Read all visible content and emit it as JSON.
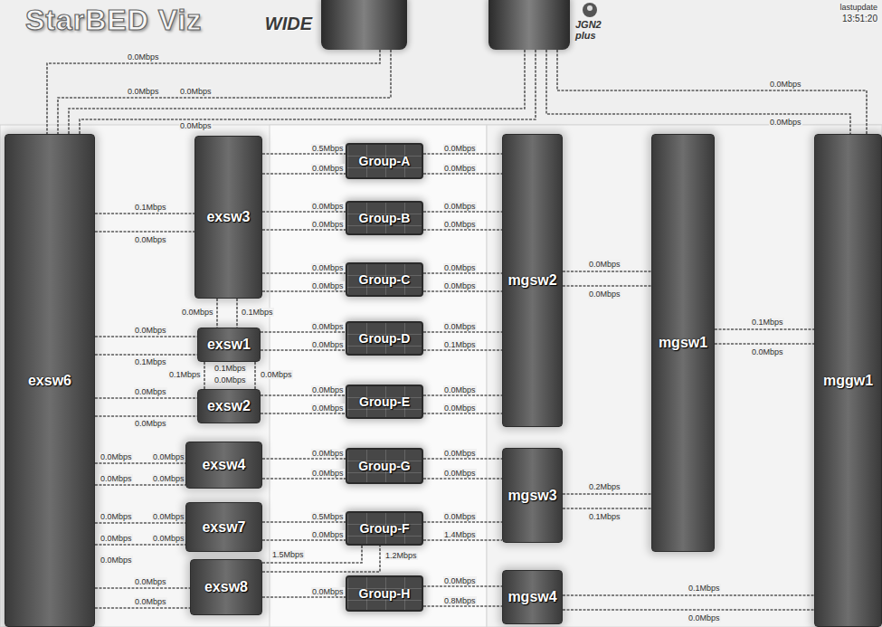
{
  "diagram": {
    "title": "StarBED Viz",
    "nodes": [
      {
        "text": [
          "WIDE"
        ]
      },
      {
        "text": [
          "JGN2 plus"
        ]
      },
      {
        "text": [
          "exsw6"
        ]
      },
      {
        "text": [
          "exsw3"
        ]
      },
      {
        "text": [
          "exsw1"
        ]
      },
      {
        "text": [
          "exsw2"
        ]
      },
      {
        "text": [
          "exsw4"
        ]
      },
      {
        "text": [
          "exsw7"
        ]
      },
      {
        "text": [
          "exsw8"
        ]
      },
      {
        "text": [
          "Group-A"
        ]
      },
      {
        "text": [
          "Group-B"
        ]
      },
      {
        "text": [
          "Group-C"
        ]
      },
      {
        "text": [
          "Group-D"
        ]
      },
      {
        "text": [
          "Group-E"
        ]
      },
      {
        "text": [
          "Group-G"
        ]
      },
      {
        "text": [
          "Group-F"
        ]
      },
      {
        "text": [
          "Group-H"
        ]
      },
      {
        "text": [
          "mgsw2"
        ]
      },
      {
        "text": [
          "mgsw3"
        ]
      },
      {
        "text": [
          "mgsw4"
        ]
      },
      {
        "text": [
          "mgsw1"
        ]
      },
      {
        "text": [
          "mggw1"
        ]
      }
    ],
    "edges": [
      {
        "from": 0,
        "to": 2,
        "label": "0.0Mbps",
        "arrow": "none"
      },
      {
        "from": 0,
        "to": 2,
        "label": "0.0Mbps",
        "arrow": "none"
      },
      {
        "from": 1,
        "to": 2,
        "label": "0.0Mbps",
        "arrow": "none"
      },
      {
        "from": 1,
        "to": 2,
        "label": "0.0Mbps",
        "arrow": "none"
      },
      {
        "from": 1,
        "to": 21,
        "label": "0.0Mbps",
        "arrow": "none"
      },
      {
        "from": 1,
        "to": 21,
        "label": "0.0Mbps",
        "arrow": "none"
      },
      {
        "from": 2,
        "to": 3,
        "label": "0.1Mbps",
        "arrow": "none"
      },
      {
        "from": 2,
        "to": 3,
        "label": "0.0Mbps",
        "arrow": "none"
      },
      {
        "from": 2,
        "to": 4,
        "label": "0.0Mbps",
        "arrow": "none"
      },
      {
        "from": 2,
        "to": 4,
        "label": "0.1Mbps",
        "arrow": "none"
      },
      {
        "from": 2,
        "to": 5,
        "label": "0.0Mbps",
        "arrow": "none"
      },
      {
        "from": 2,
        "to": 5,
        "label": "0.0Mbps",
        "arrow": "none"
      },
      {
        "from": 2,
        "to": 6,
        "label": "0.0Mbps",
        "arrow": "none"
      },
      {
        "from": 2,
        "to": 6,
        "label": "0.0Mbps",
        "arrow": "none"
      },
      {
        "from": 2,
        "to": 7,
        "label": "0.0Mbps",
        "arrow": "none"
      },
      {
        "from": 2,
        "to": 7,
        "label": "0.0Mbps",
        "arrow": "none"
      },
      {
        "from": 2,
        "to": 8,
        "label": "0.0Mbps",
        "arrow": "none"
      },
      {
        "from": 2,
        "to": 8,
        "label": "0.0Mbps",
        "arrow": "none"
      },
      {
        "from": 3,
        "to": 4,
        "label": "0.0Mbps",
        "arrow": "none"
      },
      {
        "from": 3,
        "to": 4,
        "label": "0.1Mbps",
        "arrow": "none"
      },
      {
        "from": 4,
        "to": 5,
        "label": "0.1Mbps",
        "arrow": "none"
      },
      {
        "from": 4,
        "to": 5,
        "label": "0.0Mbps",
        "arrow": "none"
      },
      {
        "from": 3,
        "to": 9,
        "label": "0.5Mbps",
        "arrow": "none"
      },
      {
        "from": 3,
        "to": 9,
        "label": "0.0Mbps",
        "arrow": "none"
      },
      {
        "from": 3,
        "to": 10,
        "label": "0.0Mbps",
        "arrow": "none"
      },
      {
        "from": 3,
        "to": 10,
        "label": "0.0Mbps",
        "arrow": "none"
      },
      {
        "from": 3,
        "to": 11,
        "label": "0.0Mbps",
        "arrow": "none"
      },
      {
        "from": 3,
        "to": 11,
        "label": "0.0Mbps",
        "arrow": "none"
      },
      {
        "from": 4,
        "to": 12,
        "label": "0.0Mbps",
        "arrow": "none"
      },
      {
        "from": 4,
        "to": 12,
        "label": "0.0Mbps",
        "arrow": "none"
      },
      {
        "from": 5,
        "to": 13,
        "label": "0.0Mbps",
        "arrow": "none"
      },
      {
        "from": 5,
        "to": 13,
        "label": "0.0Mbps",
        "arrow": "none"
      },
      {
        "from": 6,
        "to": 14,
        "label": "0.0Mbps",
        "arrow": "none"
      },
      {
        "from": 6,
        "to": 14,
        "label": "0.0Mbps",
        "arrow": "none"
      },
      {
        "from": 7,
        "to": 15,
        "label": "0.5Mbps",
        "arrow": "none"
      },
      {
        "from": 7,
        "to": 15,
        "label": "0.0Mbps",
        "arrow": "none"
      },
      {
        "from": 8,
        "to": 15,
        "label": "1.5Mbps",
        "arrow": "none"
      },
      {
        "from": 8,
        "to": 15,
        "label": "1.2Mbps",
        "arrow": "none"
      },
      {
        "from": 8,
        "to": 16,
        "label": "0.0Mbps",
        "arrow": "none"
      },
      {
        "from": 9,
        "to": 17,
        "label": "0.0Mbps",
        "arrow": "none"
      },
      {
        "from": 9,
        "to": 17,
        "label": "0.0Mbps",
        "arrow": "none"
      },
      {
        "from": 10,
        "to": 17,
        "label": "0.0Mbps",
        "arrow": "none"
      },
      {
        "from": 10,
        "to": 17,
        "label": "0.0Mbps",
        "arrow": "none"
      },
      {
        "from": 11,
        "to": 17,
        "label": "0.0Mbps",
        "arrow": "none"
      },
      {
        "from": 11,
        "to": 17,
        "label": "0.0Mbps",
        "arrow": "none"
      },
      {
        "from": 12,
        "to": 17,
        "label": "0.0Mbps",
        "arrow": "none"
      },
      {
        "from": 12,
        "to": 17,
        "label": "0.1Mbps",
        "arrow": "none"
      },
      {
        "from": 13,
        "to": 17,
        "label": "0.0Mbps",
        "arrow": "none"
      },
      {
        "from": 13,
        "to": 17,
        "label": "0.0Mbps",
        "arrow": "none"
      },
      {
        "from": 14,
        "to": 18,
        "label": "0.0Mbps",
        "arrow": "none"
      },
      {
        "from": 14,
        "to": 18,
        "label": "0.0Mbps",
        "arrow": "none"
      },
      {
        "from": 15,
        "to": 18,
        "label": "0.0Mbps",
        "arrow": "none"
      },
      {
        "from": 15,
        "to": 18,
        "label": "1.4Mbps",
        "arrow": "none"
      },
      {
        "from": 16,
        "to": 19,
        "label": "0.0Mbps",
        "arrow": "none"
      },
      {
        "from": 16,
        "to": 19,
        "label": "0.8Mbps",
        "arrow": "none"
      },
      {
        "from": 17,
        "to": 20,
        "label": "0.0Mbps",
        "arrow": "none"
      },
      {
        "from": 17,
        "to": 20,
        "label": "0.0Mbps",
        "arrow": "none"
      },
      {
        "from": 20,
        "to": 21,
        "label": "0.1Mbps",
        "arrow": "none"
      },
      {
        "from": 20,
        "to": 21,
        "label": "0.0Mbps",
        "arrow": "none"
      },
      {
        "from": 18,
        "to": 20,
        "label": "0.2Mbps",
        "arrow": "none"
      },
      {
        "from": 18,
        "to": 20,
        "label": "0.1Mbps",
        "arrow": "none"
      },
      {
        "from": 19,
        "to": 21,
        "label": "0.1Mbps",
        "arrow": "none"
      },
      {
        "from": 19,
        "to": 21,
        "label": "0.0Mbps",
        "arrow": "none"
      }
    ],
    "labels": [
      "lastupdate",
      "13:51:20",
      "0.1Mbps",
      "0.0Mbps",
      "0.0Mbps",
      "0.0Mbps",
      "0.0Mbps",
      "0.0Mbps",
      "0.0Mbps"
    ]
  }
}
